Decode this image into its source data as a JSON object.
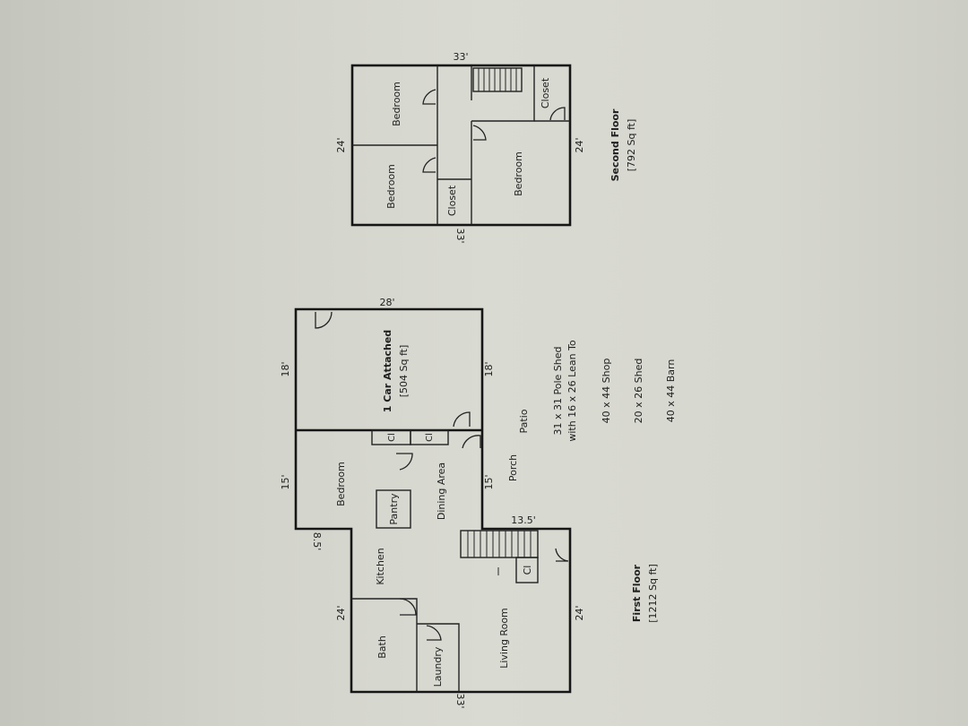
{
  "first_floor": {
    "title": "First Floor",
    "area": "[1212 Sq ft]",
    "rooms": {
      "bath": "Bath",
      "laundry": "Laundry",
      "living_room": "Living Room",
      "kitchen": "Kitchen",
      "pantry": "Pantry",
      "bedroom": "Bedroom",
      "dining_area": "Dining Area",
      "porch": "Porch",
      "patio": "Patio",
      "closet_stair": "Cl",
      "closet_1": "Cl",
      "closet_2": "Cl",
      "garage_title": "1 Car Attached",
      "garage_area": "[504 Sq ft]"
    },
    "dimensions": {
      "left_33": "33'",
      "top_24": "24'",
      "top_8_5": "8.5'",
      "top_15": "15'",
      "top_18": "18'",
      "right_28": "28'",
      "bottom_18": "18'",
      "bottom_15": "15'",
      "bottom_13_5": "13.5'",
      "bottom_24": "24'"
    }
  },
  "second_floor": {
    "title": "Second Floor",
    "area": "[792 Sq ft]",
    "rooms": {
      "bedroom_1": "Bedroom",
      "bedroom_2": "Bedroom",
      "bedroom_3": "Bedroom",
      "closet_1": "Closet",
      "closet_2": "Closet"
    },
    "dimensions": {
      "left_33": "33'",
      "top_24": "24'",
      "right_33": "33'",
      "bottom_24": "24'"
    }
  },
  "outbuildings": [
    "31 x 31 Pole Shed",
    "with 16 x 26 Lean To",
    "40 x 44 Shop",
    "20 x 26 Shed",
    "40 x 44 Barn"
  ]
}
